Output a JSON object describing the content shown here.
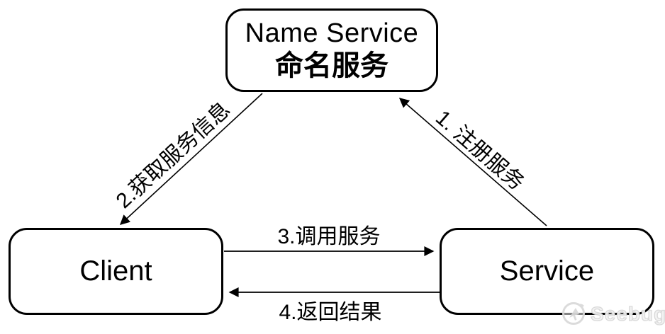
{
  "diagram": {
    "type": "flow-diagram",
    "background": "#ffffff",
    "stroke_color": "#000000",
    "nodes": {
      "name_service": {
        "title": "Name Service",
        "subtitle": "命名服务"
      },
      "client": {
        "label": "Client"
      },
      "service": {
        "label": "Service"
      }
    },
    "edges": {
      "register": {
        "label": "1. 注册服务",
        "from": "Service",
        "to": "Name Service"
      },
      "fetch": {
        "label": "2.获取服务信息",
        "from": "Name Service",
        "to": "Client"
      },
      "call": {
        "label": "3.调用服务",
        "from": "Client",
        "to": "Service"
      },
      "return_result": {
        "label": "4.返回结果",
        "from": "Service",
        "to": "Client"
      }
    },
    "watermark": {
      "text": "Seebug",
      "color": "#d7d7d7"
    }
  }
}
